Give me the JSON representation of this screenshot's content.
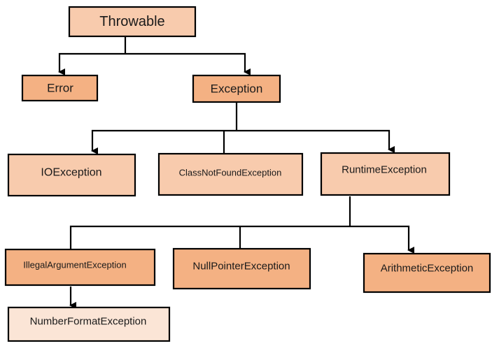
{
  "colors": {
    "light": "#f8cbad",
    "medium": "#f4b183",
    "pale": "#fbe5d6",
    "line": "#000000",
    "text": "#1a1a1a"
  },
  "nodes": {
    "throwable": {
      "label": "Throwable",
      "tone": "light"
    },
    "error": {
      "label": "Error",
      "tone": "medium"
    },
    "exception": {
      "label": "Exception",
      "tone": "medium"
    },
    "ioexception": {
      "label": "IOException",
      "tone": "light"
    },
    "classnotfound": {
      "label": "ClassNotFoundException",
      "tone": "light"
    },
    "runtime": {
      "label": "RuntimeException",
      "tone": "light"
    },
    "illegalargument": {
      "label": "IllegalArgumentException",
      "tone": "medium"
    },
    "nullpointer": {
      "label": "NullPointerException",
      "tone": "medium"
    },
    "arithmetic": {
      "label": "ArithmeticException",
      "tone": "medium"
    },
    "numberformat": {
      "label": "NumberFormatException",
      "tone": "pale"
    }
  },
  "edges": [
    {
      "from": "throwable",
      "to": "error",
      "arrow": true
    },
    {
      "from": "throwable",
      "to": "exception",
      "arrow": true
    },
    {
      "from": "exception",
      "to": "ioexception",
      "arrow": true
    },
    {
      "from": "exception",
      "to": "classnotfound",
      "arrow": false
    },
    {
      "from": "exception",
      "to": "runtime",
      "arrow": true
    },
    {
      "from": "runtime",
      "to": "illegalargument",
      "arrow": false
    },
    {
      "from": "runtime",
      "to": "nullpointer",
      "arrow": false
    },
    {
      "from": "runtime",
      "to": "arithmetic",
      "arrow": true
    },
    {
      "from": "illegalargument",
      "to": "numberformat",
      "arrow": true
    }
  ]
}
